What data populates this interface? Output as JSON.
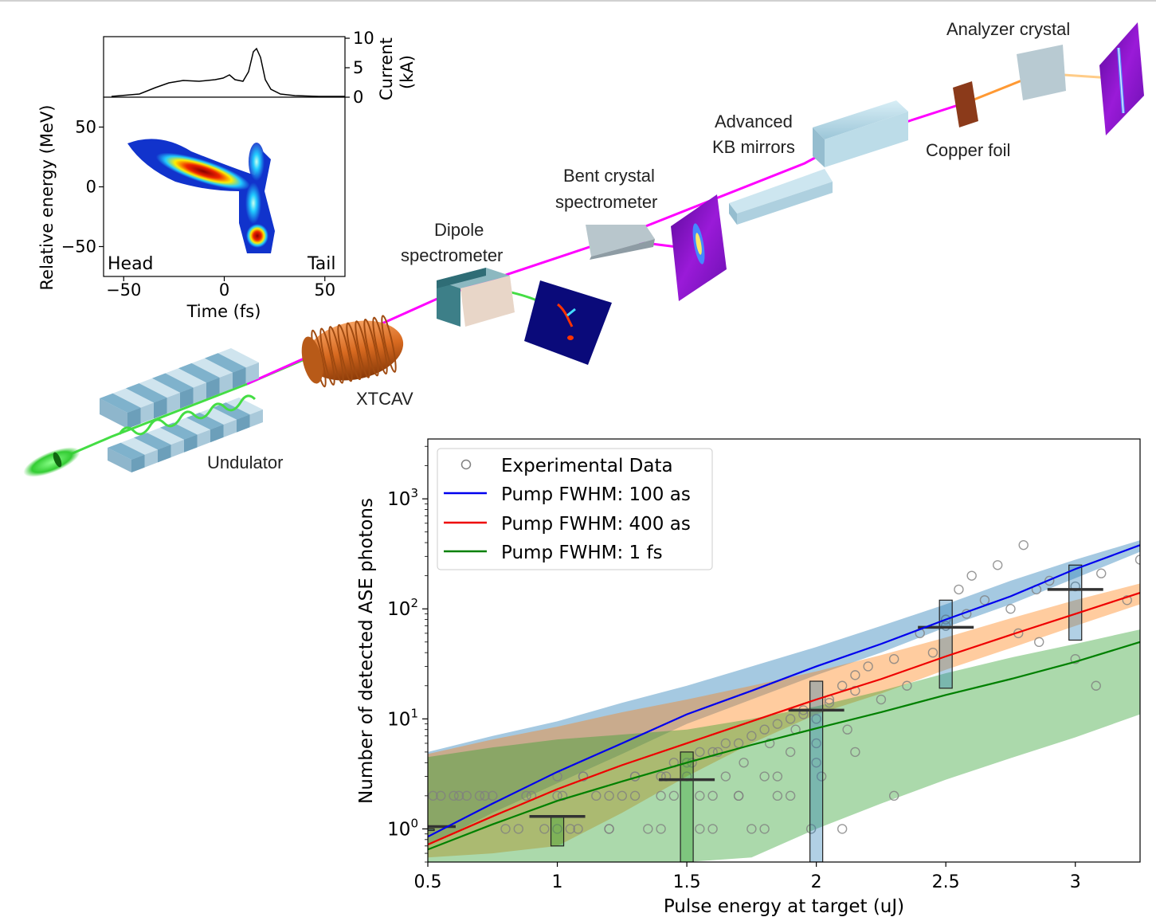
{
  "labels": {
    "undulator": "Undulator",
    "xtcav": "XTCAV",
    "dipole_l1": "Dipole",
    "dipole_l2": "spectrometer",
    "bent_l1": "Bent crystal",
    "bent_l2": "spectrometer",
    "kb_l1": "Advanced",
    "kb_l2": "KB mirrors",
    "copper": "Copper foil",
    "analyzer": "Analyzer crystal"
  },
  "inset": {
    "current_label_1": "Current",
    "current_label_2": "(kA)",
    "ylabel": "Relative energy (MeV)",
    "xlabel": "Time (fs)",
    "head": "Head",
    "tail": "Tail",
    "x_ticks": [
      "−50",
      "0",
      "50"
    ],
    "y_ticks": [
      "50",
      "0",
      "−50"
    ],
    "current_ticks": [
      "10",
      "5",
      "0"
    ]
  },
  "chart_data": {
    "type": "scatter",
    "xlabel": "Pulse energy at target (uJ)",
    "ylabel": "Number of detected ASE photons",
    "xlim": [
      0.5,
      3.25
    ],
    "ylim": [
      0.5,
      3500
    ],
    "yscale": "log",
    "x_ticks": [
      "0.5",
      "1",
      "1.5",
      "2",
      "2.5",
      "3"
    ],
    "y_ticks": [
      {
        "base": "10",
        "exp": "0",
        "value": 1
      },
      {
        "base": "10",
        "exp": "1",
        "value": 10
      },
      {
        "base": "10",
        "exp": "2",
        "value": 100
      },
      {
        "base": "10",
        "exp": "3",
        "value": 1000
      }
    ],
    "legend_position": "top-left",
    "series": [
      {
        "name": "Experimental Data",
        "kind": "markers",
        "color": "#808080",
        "x": [
          0.52,
          0.55,
          0.6,
          0.62,
          0.65,
          0.7,
          0.72,
          0.75,
          0.8,
          0.85,
          0.88,
          0.9,
          0.95,
          1.0,
          1.02,
          1.05,
          1.08,
          1.1,
          1.15,
          1.2,
          1.25,
          1.3,
          1.35,
          1.4,
          1.42,
          1.45,
          1.5,
          1.52,
          1.55,
          1.6,
          1.62,
          1.65,
          1.7,
          1.72,
          1.75,
          1.8,
          1.82,
          1.85,
          1.9,
          1.92,
          1.95,
          1.98,
          2.0,
          2.02,
          2.05,
          2.1,
          2.12,
          2.15,
          2.2,
          2.25,
          2.3,
          2.35,
          2.4,
          2.45,
          2.5,
          2.55,
          2.6,
          2.65,
          2.7,
          2.75,
          2.8,
          2.85,
          2.9,
          3.0,
          3.1,
          3.2,
          3.25,
          1.0,
          1.1,
          1.2,
          1.3,
          1.4,
          1.5,
          1.6,
          1.7,
          1.8,
          1.9,
          2.0,
          1.3,
          1.45,
          1.55,
          1.65,
          1.75,
          1.85,
          1.95,
          2.05,
          2.15,
          2.5,
          2.58,
          2.78,
          2.86,
          3.0,
          3.08,
          1.0,
          1.2,
          1.4,
          1.6,
          1.8,
          1.9,
          2.1,
          2.3,
          1.55,
          1.7,
          1.85,
          2.0,
          2.15
        ],
        "y": [
          2,
          2,
          2,
          2,
          2,
          2,
          2,
          2,
          1,
          1,
          2,
          2,
          1,
          3,
          2,
          1,
          1,
          3,
          2,
          1,
          2,
          3,
          1,
          2,
          3,
          2,
          3,
          4,
          1,
          2,
          5,
          3,
          2,
          4,
          1,
          3,
          6,
          2,
          5,
          8,
          12,
          1,
          10,
          3,
          15,
          20,
          8,
          25,
          30,
          15,
          35,
          20,
          60,
          40,
          80,
          150,
          200,
          120,
          250,
          100,
          380,
          150,
          180,
          160,
          210,
          120,
          280,
          2,
          3,
          2,
          2,
          3,
          4,
          5,
          6,
          8,
          10,
          6,
          3,
          4,
          5,
          6,
          7,
          9,
          11,
          14,
          18,
          70,
          90,
          60,
          50,
          35,
          20,
          1,
          1,
          1,
          1,
          1,
          2,
          1,
          2,
          2,
          2,
          3,
          4,
          5
        ]
      },
      {
        "name": "Pump FWHM: 100 as",
        "kind": "line",
        "color": "#0000ee",
        "x": [
          0.5,
          0.75,
          1.0,
          1.25,
          1.5,
          1.75,
          2.0,
          2.25,
          2.5,
          2.75,
          3.0,
          3.25
        ],
        "y": [
          0.85,
          1.7,
          3.3,
          6.0,
          11,
          18,
          30,
          48,
          80,
          130,
          230,
          380
        ]
      },
      {
        "name": "Pump FWHM: 400 as",
        "kind": "line",
        "color": "#ee0000",
        "x": [
          0.5,
          0.75,
          1.0,
          1.25,
          1.5,
          1.75,
          2.0,
          2.25,
          2.5,
          2.75,
          3.0,
          3.25
        ],
        "y": [
          0.72,
          1.3,
          2.3,
          3.8,
          6.0,
          9.5,
          15,
          23,
          37,
          58,
          90,
          140
        ]
      },
      {
        "name": "Pump FWHM: 1 fs",
        "kind": "line",
        "color": "#008000",
        "x": [
          0.5,
          0.75,
          1.0,
          1.25,
          1.5,
          1.75,
          2.0,
          2.25,
          2.5,
          2.75,
          3.0,
          3.25
        ],
        "y": [
          0.65,
          1.1,
          1.8,
          2.7,
          4.0,
          5.8,
          8.2,
          11.5,
          16.5,
          23,
          33,
          50
        ]
      }
    ],
    "bands": [
      {
        "name": "100 as band",
        "color": "#1f77b4",
        "x": [
          0.5,
          0.75,
          1.0,
          1.25,
          1.5,
          1.75,
          2.0,
          2.25,
          2.5,
          2.75,
          3.0,
          3.25
        ],
        "upper": [
          5,
          7,
          9.5,
          14,
          20,
          30,
          45,
          70,
          110,
          180,
          280,
          420
        ],
        "lower": [
          0.7,
          1.4,
          2.6,
          4.8,
          9,
          15,
          25,
          40,
          68,
          110,
          190,
          330
        ]
      },
      {
        "name": "400 as band",
        "color": "#ff7f0e",
        "x": [
          0.5,
          0.75,
          1.0,
          1.25,
          1.5,
          1.75,
          2.0,
          2.25,
          2.5,
          2.75,
          3.0,
          3.25
        ],
        "upper": [
          4.8,
          6.5,
          8.5,
          11.5,
          15,
          20,
          27,
          38,
          55,
          82,
          120,
          170
        ],
        "lower": [
          0.55,
          0.6,
          0.7,
          1.4,
          3.0,
          6.0,
          11,
          17,
          28,
          44,
          70,
          110
        ]
      },
      {
        "name": "1 fs band",
        "color": "#2ca02c",
        "x": [
          0.5,
          0.75,
          1.0,
          1.25,
          1.5,
          1.75,
          2.0,
          2.25,
          2.5,
          2.75,
          3.0,
          3.25
        ],
        "upper": [
          4.5,
          5.5,
          6.5,
          7.2,
          8.0,
          10,
          13,
          18,
          26,
          36,
          48,
          65
        ],
        "lower": [
          0.5,
          0.5,
          0.5,
          0.5,
          0.5,
          0.55,
          1.0,
          1.7,
          2.8,
          4.4,
          6.8,
          11
        ]
      }
    ],
    "boxes": [
      {
        "x": 0.5,
        "median": 1.05,
        "q1": 1.0,
        "q3": 1.0,
        "color": "#1f77b4"
      },
      {
        "x": 1.0,
        "median": 1.3,
        "q1": 0.7,
        "q3": 1.3,
        "color": "#2ca02c"
      },
      {
        "x": 1.5,
        "median": 2.8,
        "q1": 0.5,
        "q3": 5.0,
        "color": "#2ca02c"
      },
      {
        "x": 2.0,
        "median": 12,
        "q1": 0.5,
        "q3": 22,
        "color": "#1f77b4"
      },
      {
        "x": 2.5,
        "median": 68,
        "q1": 19,
        "q3": 120,
        "color": "#1f77b4"
      },
      {
        "x": 3.0,
        "median": 150,
        "q1": 52,
        "q3": 250,
        "color": "#1f77b4"
      }
    ]
  },
  "colors": {
    "xray_beam": "#ff00ff",
    "electron_beam": "#44dd44",
    "copper": "#8b3a1a",
    "analyzer_beam": "#ff9933",
    "detector": "#8800cc"
  }
}
